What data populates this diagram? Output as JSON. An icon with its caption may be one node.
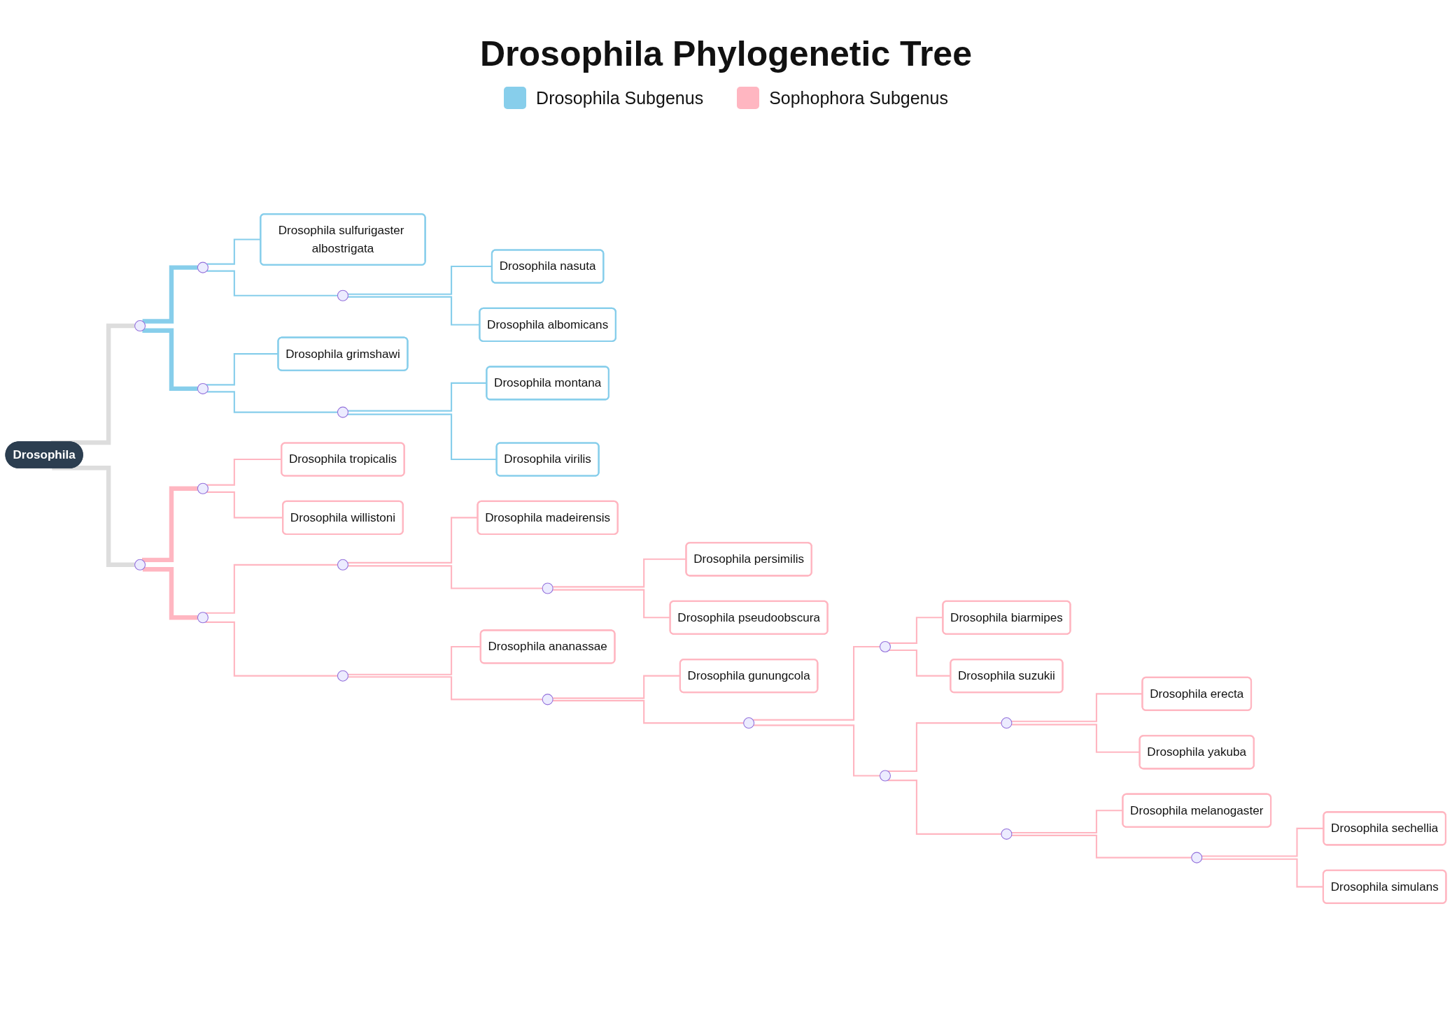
{
  "diagram": {
    "title": "Drosophila Phylogenetic Tree",
    "nodes": [
      {
        "text": [
          "Drosophila"
        ]
      },
      {
        "text": [],
        "shape": "circle"
      },
      {
        "text": [],
        "shape": "circle"
      },
      {
        "text": [
          "Drosophila sulfurigaster albostrigata"
        ]
      },
      {
        "text": [],
        "shape": "circle"
      },
      {
        "text": [
          "Drosophila nasuta"
        ]
      },
      {
        "text": [
          "Drosophila albomicans"
        ]
      },
      {
        "text": [],
        "shape": "circle"
      },
      {
        "text": [
          "Drosophila grimshawi"
        ]
      },
      {
        "text": [],
        "shape": "circle"
      },
      {
        "text": [
          "Drosophila montana"
        ]
      },
      {
        "text": [
          "Drosophila virilis"
        ]
      },
      {
        "text": [],
        "shape": "circle"
      },
      {
        "text": [],
        "shape": "circle"
      },
      {
        "text": [
          "Drosophila tropicalis"
        ]
      },
      {
        "text": [
          "Drosophila willistoni"
        ]
      },
      {
        "text": [],
        "shape": "circle"
      },
      {
        "text": [],
        "shape": "circle"
      },
      {
        "text": [
          "Drosophila madeirensis"
        ]
      },
      {
        "text": [],
        "shape": "circle"
      },
      {
        "text": [
          "Drosophila persimilis"
        ]
      },
      {
        "text": [
          "Drosophila pseudoobscura"
        ]
      },
      {
        "text": [],
        "shape": "circle"
      },
      {
        "text": [
          "Drosophila ananassae"
        ]
      },
      {
        "text": [],
        "shape": "circle"
      },
      {
        "text": [
          "Drosophila gunungcola"
        ]
      },
      {
        "text": [],
        "shape": "circle"
      },
      {
        "text": [],
        "shape": "circle"
      },
      {
        "text": [
          "Drosophila biarmipes"
        ]
      },
      {
        "text": [
          "Drosophila suzukii"
        ]
      },
      {
        "text": [],
        "shape": "circle"
      },
      {
        "text": [],
        "shape": "circle"
      },
      {
        "text": [
          "Drosophila erecta"
        ]
      },
      {
        "text": [
          "Drosophila yakuba"
        ]
      },
      {
        "text": [],
        "shape": "circle"
      },
      {
        "text": [
          "Drosophila melanogaster"
        ]
      },
      {
        "text": [],
        "shape": "circle"
      },
      {
        "text": [
          "Drosophila sechellia"
        ]
      },
      {
        "text": [
          "Drosophila simulans"
        ]
      }
    ],
    "edges": [
      {
        "from": 0,
        "to": 1,
        "arrow": "none",
        "style": "thick",
        "color": "#dddddd"
      },
      {
        "from": 0,
        "to": 12,
        "arrow": "none",
        "style": "thick",
        "color": "#dddddd"
      },
      {
        "from": 1,
        "to": 2,
        "arrow": "none",
        "style": "thick",
        "color": "#87ceeb"
      },
      {
        "from": 1,
        "to": 7,
        "arrow": "none",
        "style": "thick",
        "color": "#87ceeb"
      },
      {
        "from": 2,
        "to": 3,
        "arrow": "none",
        "color": "#87ceeb"
      },
      {
        "from": 2,
        "to": 4,
        "arrow": "none",
        "color": "#87ceeb"
      },
      {
        "from": 4,
        "to": 5,
        "arrow": "none",
        "color": "#87ceeb"
      },
      {
        "from": 4,
        "to": 6,
        "arrow": "none",
        "color": "#87ceeb"
      },
      {
        "from": 7,
        "to": 8,
        "arrow": "none",
        "color": "#87ceeb"
      },
      {
        "from": 7,
        "to": 9,
        "arrow": "none",
        "color": "#87ceeb"
      },
      {
        "from": 9,
        "to": 10,
        "arrow": "none",
        "color": "#87ceeb"
      },
      {
        "from": 9,
        "to": 11,
        "arrow": "none",
        "color": "#87ceeb"
      },
      {
        "from": 12,
        "to": 13,
        "arrow": "none",
        "style": "thick"
      },
      {
        "from": 12,
        "to": 16,
        "arrow": "none",
        "style": "thick"
      },
      {
        "from": 13,
        "to": 14,
        "arrow": "none"
      },
      {
        "from": 13,
        "to": 15,
        "arrow": "none"
      },
      {
        "from": 16,
        "to": 17,
        "arrow": "none"
      },
      {
        "from": 16,
        "to": 22,
        "arrow": "none"
      },
      {
        "from": 17,
        "to": 18,
        "arrow": "none"
      },
      {
        "from": 17,
        "to": 19,
        "arrow": "none"
      },
      {
        "from": 19,
        "to": 20,
        "arrow": "none"
      },
      {
        "from": 19,
        "to": 21,
        "arrow": "none"
      },
      {
        "from": 22,
        "to": 23,
        "arrow": "none"
      },
      {
        "from": 22,
        "to": 24,
        "arrow": "none"
      },
      {
        "from": 24,
        "to": 25,
        "arrow": "none"
      },
      {
        "from": 24,
        "to": 26,
        "arrow": "none"
      },
      {
        "from": 26,
        "to": 27,
        "arrow": "none"
      },
      {
        "from": 26,
        "to": 30,
        "arrow": "none"
      },
      {
        "from": 27,
        "to": 28,
        "arrow": "none"
      },
      {
        "from": 27,
        "to": 29,
        "arrow": "none"
      },
      {
        "from": 30,
        "to": 31,
        "arrow": "none"
      },
      {
        "from": 30,
        "to": 34,
        "arrow": "none"
      },
      {
        "from": 31,
        "to": 32,
        "arrow": "none"
      },
      {
        "from": 31,
        "to": 33,
        "arrow": "none"
      },
      {
        "from": 34,
        "to": 35,
        "arrow": "none"
      },
      {
        "from": 34,
        "to": 36,
        "arrow": "none"
      },
      {
        "from": 36,
        "to": 37,
        "arrow": "none"
      },
      {
        "from": 36,
        "to": 38,
        "arrow": "none"
      }
    ],
    "legend": [
      {
        "text": "Drosophila Subgenus",
        "color": "#87ceeb"
      },
      {
        "text": "Sophophora Subgenus",
        "color": "#ffb6c1"
      }
    ]
  }
}
